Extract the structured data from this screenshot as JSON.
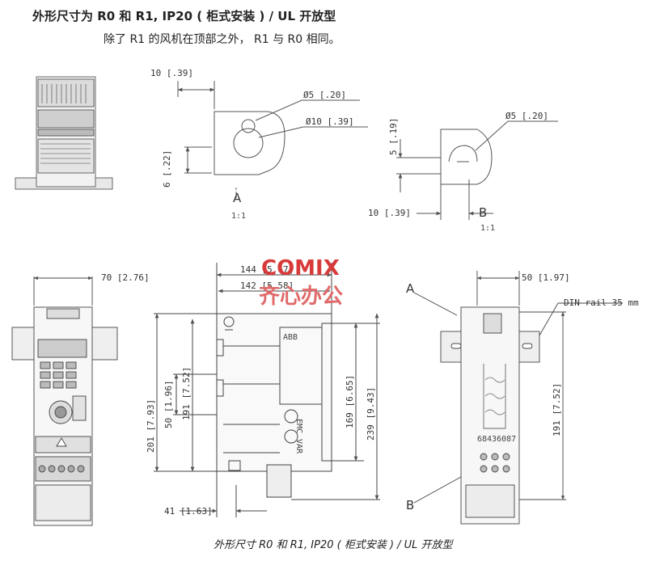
{
  "header": {
    "title": "外形尺寸为 R0 和 R1, IP20 ( 柜式安装 ) / UL 开放型",
    "subtitle": "除了 R1 的风机在顶部之外， R1 与 R0 相同。"
  },
  "detail_a": {
    "dim_width": "10 [.39]",
    "dim_height": "6 [.22]",
    "dim_small_hole": "Ø5 [.20]",
    "dim_large_hole": "Ø10 [.39]",
    "label": "A",
    "scale": "1:1"
  },
  "detail_b": {
    "dim_height": "5 [.19]",
    "dim_hole": "Ø5 [.20]",
    "dim_width": "10 [.39]",
    "label": "B",
    "scale": "1:1"
  },
  "front_view": {
    "dim_width": "70 [2.76]",
    "dim_bottom": "41 [1.63]"
  },
  "side_view": {
    "dim_144": "144 [5.67]",
    "dim_142": "142 [5.58]",
    "dim_201": "201 [7.93]",
    "dim_50": "50 [1.96]",
    "dim_191": "191 [7.52]",
    "dim_169": "169 [6.65]",
    "dim_239": "239 [9.43]",
    "button_emc": "EMC",
    "button_var": "VAR",
    "brand": "ABB"
  },
  "back_view": {
    "dim_width": "50 [1.97]",
    "dim_height": "191 [7.52]",
    "din_rail": "DIN rail 35 mm",
    "label_a": "A",
    "label_b": "B",
    "plate_code": "68436087"
  },
  "watermark": {
    "brand": "COMIX",
    "text": "齐心办公",
    "brand_color": "#d83a3a",
    "text_color": "#e06a6a"
  },
  "caption": "外形尺寸 R0 和 R1, IP20 ( 柜式安装 ) / UL 开放型"
}
